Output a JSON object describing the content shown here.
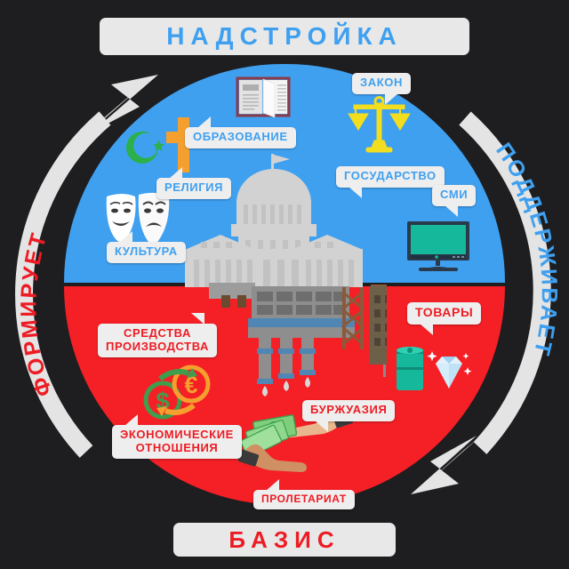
{
  "meta": {
    "diagram_title": "Базис и надстройка",
    "background_color": "#1e1e20"
  },
  "colors": {
    "superstructure_blue": "#3fa0f0",
    "base_red": "#f51f26",
    "label_red": "#ed1c24",
    "banner_bg": "#e8e8e8",
    "arrow_gray": "#e4e4e4",
    "building_gray": "#d2d2d2"
  },
  "banners": {
    "top": {
      "label": "НАДСТРОЙКА",
      "color": "#3fa0f0"
    },
    "bottom": {
      "label": "БАЗИС",
      "color": "#ed1c24"
    }
  },
  "cycle_captions": {
    "left": {
      "label": "ФОРМИРУЕТ",
      "color": "#ed1c24",
      "arrow": "arrow-up-left"
    },
    "right": {
      "label": "ПОДДЕРЖИВАЕТ",
      "color": "#3fa0f0",
      "arrow": "arrow-down-right"
    }
  },
  "superstructure": {
    "section_color": "#3fa0f0",
    "items": [
      {
        "label": "ОБРАЗОВАНИЕ",
        "icon": "open-book-icon"
      },
      {
        "label": "РЕЛИГИЯ",
        "icon": "cross-and-crescent-icon"
      },
      {
        "label": "КУЛЬТУРА",
        "icon": "theater-masks-icon"
      },
      {
        "label": "ЗАКОН",
        "icon": "scales-of-justice-icon"
      },
      {
        "label": "ГОСУДАРСТВО",
        "icon": "capitol-building-icon"
      },
      {
        "label": "СМИ",
        "icon": "television-icon"
      }
    ]
  },
  "base": {
    "section_color": "#f51f26",
    "items": [
      {
        "label": "СРЕДСТВА\nПРОИЗВОДСТВА",
        "icon": "factory-icon"
      },
      {
        "label": "ЭКОНОМИЧЕСКИЕ\nОТНОШЕНИЯ",
        "icon": "currency-exchange-icon"
      },
      {
        "label": "ТОВАРЫ",
        "icon": "can-and-diamond-icon"
      },
      {
        "label": "БУРЖУАЗИЯ",
        "icon": "giving-hand-icon"
      },
      {
        "label": "ПРОЛЕТАРИАТ",
        "icon": "receiving-hand-icon"
      }
    ]
  }
}
